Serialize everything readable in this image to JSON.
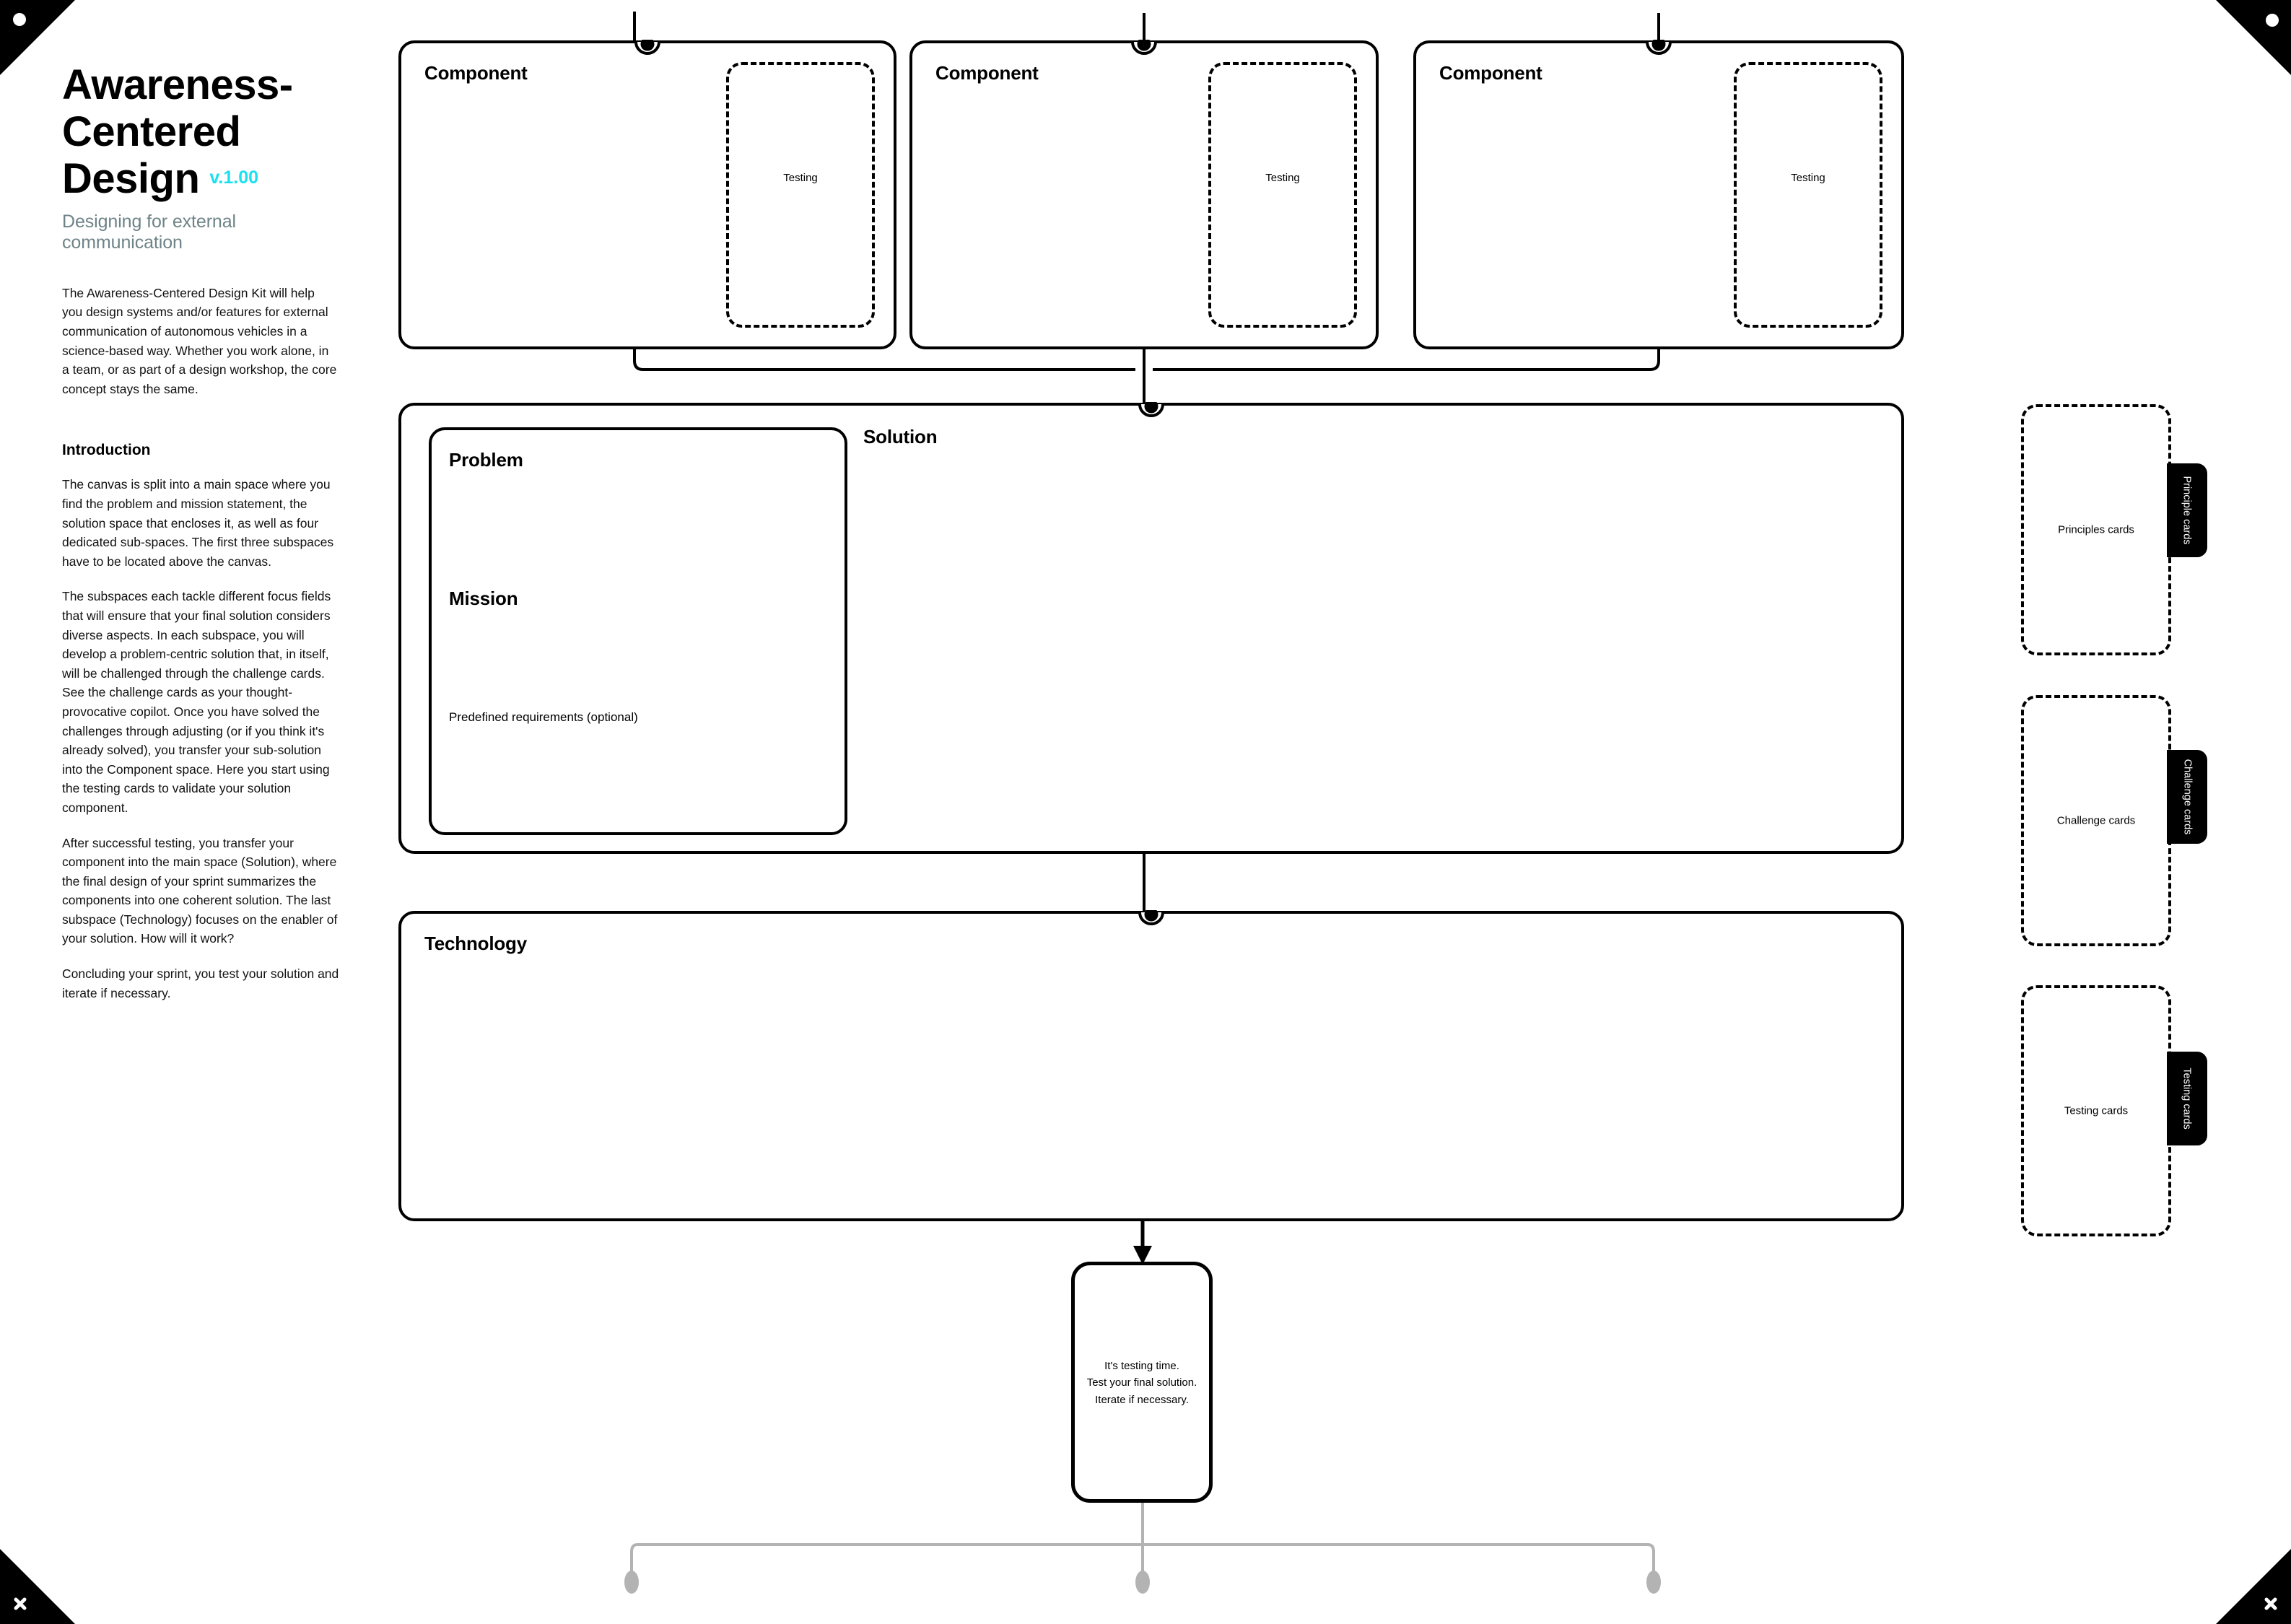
{
  "header": {
    "title_line1": "Awareness-",
    "title_line2": "Centered",
    "title_line3": "Design",
    "version": "v.1.00",
    "version_color": "#1ae0f0",
    "subtitle": "Designing for external communication",
    "subtitle_color": "#6e8387",
    "lead": "The Awareness-Centered Design Kit will help you design systems and/or features for external communication of autonomous vehicles in a science-based way. Whether you work alone, in a team, or as part of a design workshop, the core concept stays the same."
  },
  "introduction": {
    "heading": "Introduction",
    "paragraphs": [
      "The canvas is split into a main space where you find the problem and mission statement, the solution space that encloses it, as well as four dedicated sub-spaces. The first three subspaces have to be located above the canvas.",
      "The subspaces each tackle different focus fields that will ensure that your final solution considers diverse aspects. In each subspace, you will develop a problem-centric solution that, in itself, will be challenged through the challenge cards. See the challenge cards as your thought-provocative copilot. Once you have solved the challenges through adjusting (or if you think it's already solved), you transfer your sub-solution into the Component space. Here you start using the testing cards to validate your solution component.",
      "After successful testing, you transfer your component into the main space (Solution), where the final design of your sprint summarizes the components into one coherent solution. The last subspace (Technology) focuses on the enabler of your solution. How will it work?",
      "Concluding your sprint, you test your solution and iterate if necessary."
    ]
  },
  "components": [
    {
      "label": "Component",
      "testing_label": "Testing"
    },
    {
      "label": "Component",
      "testing_label": "Testing"
    },
    {
      "label": "Component",
      "testing_label": "Testing"
    }
  ],
  "solution": {
    "label": "Solution",
    "problem_label": "Problem",
    "mission_label": "Mission",
    "requirements_label": "Predefined requirements (optional)"
  },
  "technology": {
    "label": "Technology"
  },
  "final_testing": {
    "line1": "It's testing time.",
    "line2": "Test your final solution.",
    "line3": "Iterate if necessary."
  },
  "card_stacks": [
    {
      "center_label": "Principles cards",
      "tab_label": "Principle cards"
    },
    {
      "center_label": "Challenge cards",
      "tab_label": "Challenge cards"
    },
    {
      "center_label": "Testing cards",
      "tab_label": "Testing cards"
    }
  ],
  "colors": {
    "stroke": "#000000",
    "connector_grey": "#b3b3b3",
    "background": "#ffffff"
  }
}
